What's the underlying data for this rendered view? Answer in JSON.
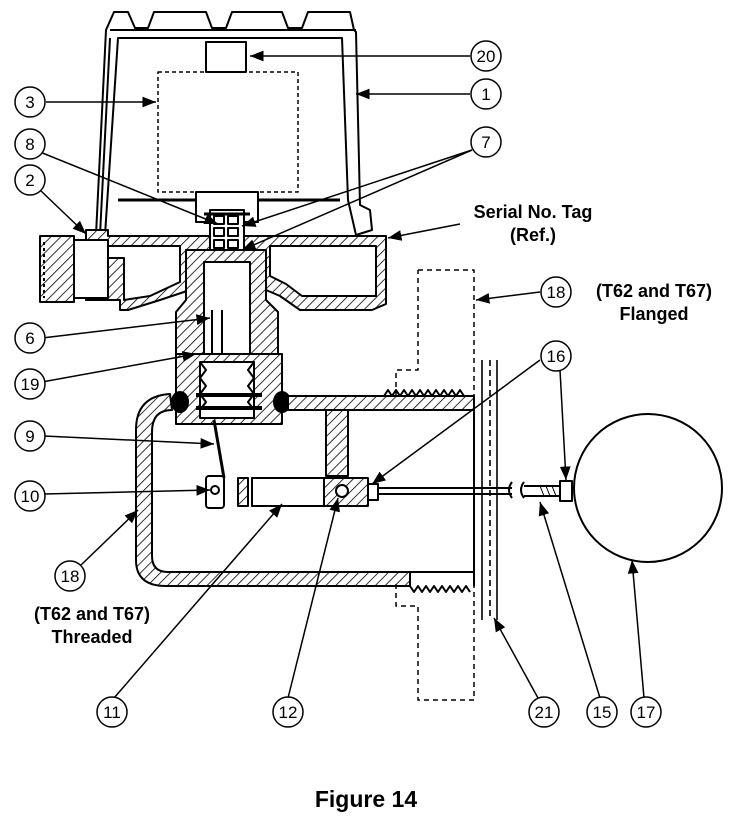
{
  "figure": {
    "caption": "Figure 14"
  },
  "notes": {
    "serial_tag_line1": "Serial No. Tag",
    "serial_tag_line2": "(Ref.)",
    "flanged_line1": "(T62 and T67)",
    "flanged_line2": "Flanged",
    "threaded_line1": "(T62 and T67)",
    "threaded_line2": "Threaded"
  },
  "callouts": {
    "c1": "1",
    "c2": "2",
    "c3": "3",
    "c6": "6",
    "c7": "7",
    "c8": "8",
    "c9": "9",
    "c10": "10",
    "c11": "11",
    "c12": "12",
    "c15": "15",
    "c16": "16",
    "c17": "17",
    "c18a": "18",
    "c18b": "18",
    "c19": "19",
    "c20": "20",
    "c21": "21"
  },
  "colors": {
    "ink": "#000000",
    "paper": "#ffffff"
  }
}
